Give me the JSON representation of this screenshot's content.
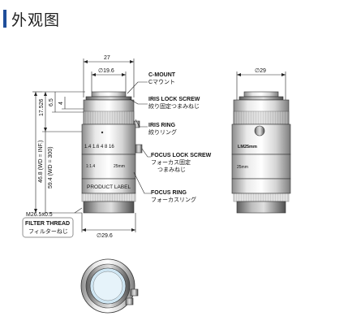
{
  "header": {
    "title": "外观图"
  },
  "dims": {
    "top_width": "27",
    "mount_dia": "∅19.6",
    "body_dia_bottom": "∅29.6",
    "side_dia": "∅29",
    "flange_back": "17.526",
    "d_6_5": "6.5",
    "d_4": "4",
    "wd_inf": "46.8 (WD = INF.)",
    "wd_300": "59.4 (WD = 300)",
    "thread": "M26.5x0.5"
  },
  "labels": {
    "c_mount_en": "C-MOUNT",
    "c_mount_jp": "Cマウント",
    "iris_lock_en": "IRIS LOCK SCREW",
    "iris_lock_jp": "絞り固定つまみねじ",
    "iris_ring_en": "IRIS RING",
    "iris_ring_jp": "絞りリング",
    "focus_lock_en": "FOCUS LOCK SCREW",
    "focus_lock_jp1": "フォーカス固定",
    "focus_lock_jp2": "つまみねじ",
    "focus_ring_en": "FOCUS RING",
    "focus_ring_jp": "フォーカスリング",
    "product_label": "PRODUCT LABEL",
    "filter_thread_en": "FILTER THREAD",
    "filter_thread_jp": "フィルターねじ"
  },
  "engravings": {
    "aperture_scale": "1.4 1.6 4  8 16",
    "front_left": "1:1.4",
    "front_right": "25mm",
    "side_model": "LM25mm",
    "side_bottom": "25mm"
  }
}
